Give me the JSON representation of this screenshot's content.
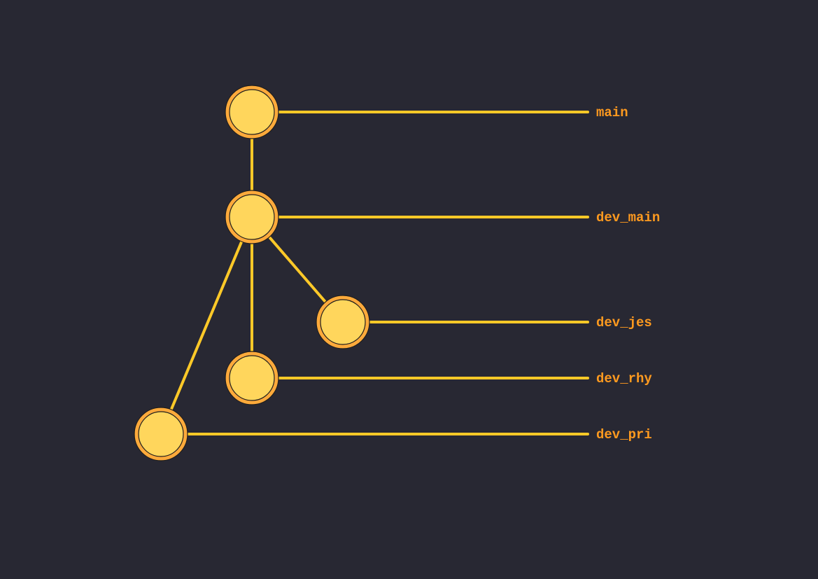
{
  "diagram": {
    "background": "#282833",
    "colors": {
      "line": "#FFC928",
      "node_fill": "#FFD65C",
      "node_ring": "#FFAA3B",
      "node_outline": "#1E1E1E",
      "label": "#FF9A1F"
    },
    "branches": [
      {
        "id": "main",
        "label": "main"
      },
      {
        "id": "dev_main",
        "label": "dev_main"
      },
      {
        "id": "dev_jes",
        "label": "dev_jes"
      },
      {
        "id": "dev_rhy",
        "label": "dev_rhy"
      },
      {
        "id": "dev_pri",
        "label": "dev_pri"
      }
    ],
    "nodes": [
      {
        "id": "node-main",
        "branch": "main"
      },
      {
        "id": "node-dev-main",
        "branch": "dev_main"
      },
      {
        "id": "node-dev-jes",
        "branch": "dev_jes"
      },
      {
        "id": "node-dev-rhy",
        "branch": "dev_rhy"
      },
      {
        "id": "node-dev-pri",
        "branch": "dev_pri"
      }
    ],
    "edges": [
      {
        "from": "node-main",
        "to": "node-dev-main"
      },
      {
        "from": "node-dev-main",
        "to": "node-dev-jes"
      },
      {
        "from": "node-dev-main",
        "to": "node-dev-rhy"
      },
      {
        "from": "node-dev-main",
        "to": "node-dev-pri"
      }
    ]
  }
}
